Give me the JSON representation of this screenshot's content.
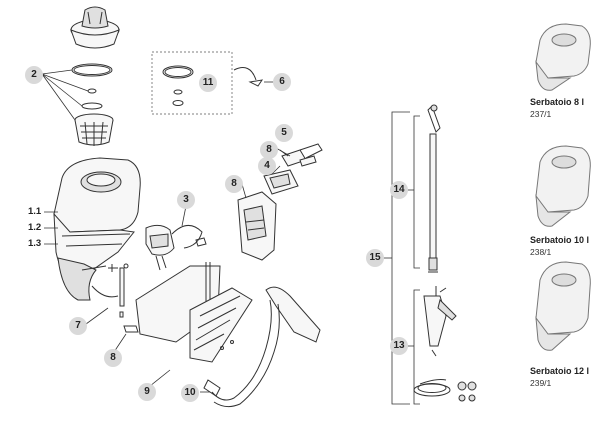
{
  "callouts": {
    "c2": "2",
    "c11": "11",
    "c6": "6",
    "c5": "5",
    "c8a": "8",
    "c4": "4",
    "c8b": "8",
    "c3": "3",
    "c7": "7",
    "c8c": "8",
    "c9": "9",
    "c10": "10",
    "c14": "14",
    "c15": "15",
    "c13": "13"
  },
  "labels": {
    "l11": "1.1",
    "l12": "1.2",
    "l13": "1.3"
  },
  "variants": [
    {
      "name": "Serbatoio 8 l",
      "code": "237/1"
    },
    {
      "name": "Serbatoio 10 l",
      "code": "238/1"
    },
    {
      "name": "Serbatoio 12 l",
      "code": "239/1"
    }
  ]
}
